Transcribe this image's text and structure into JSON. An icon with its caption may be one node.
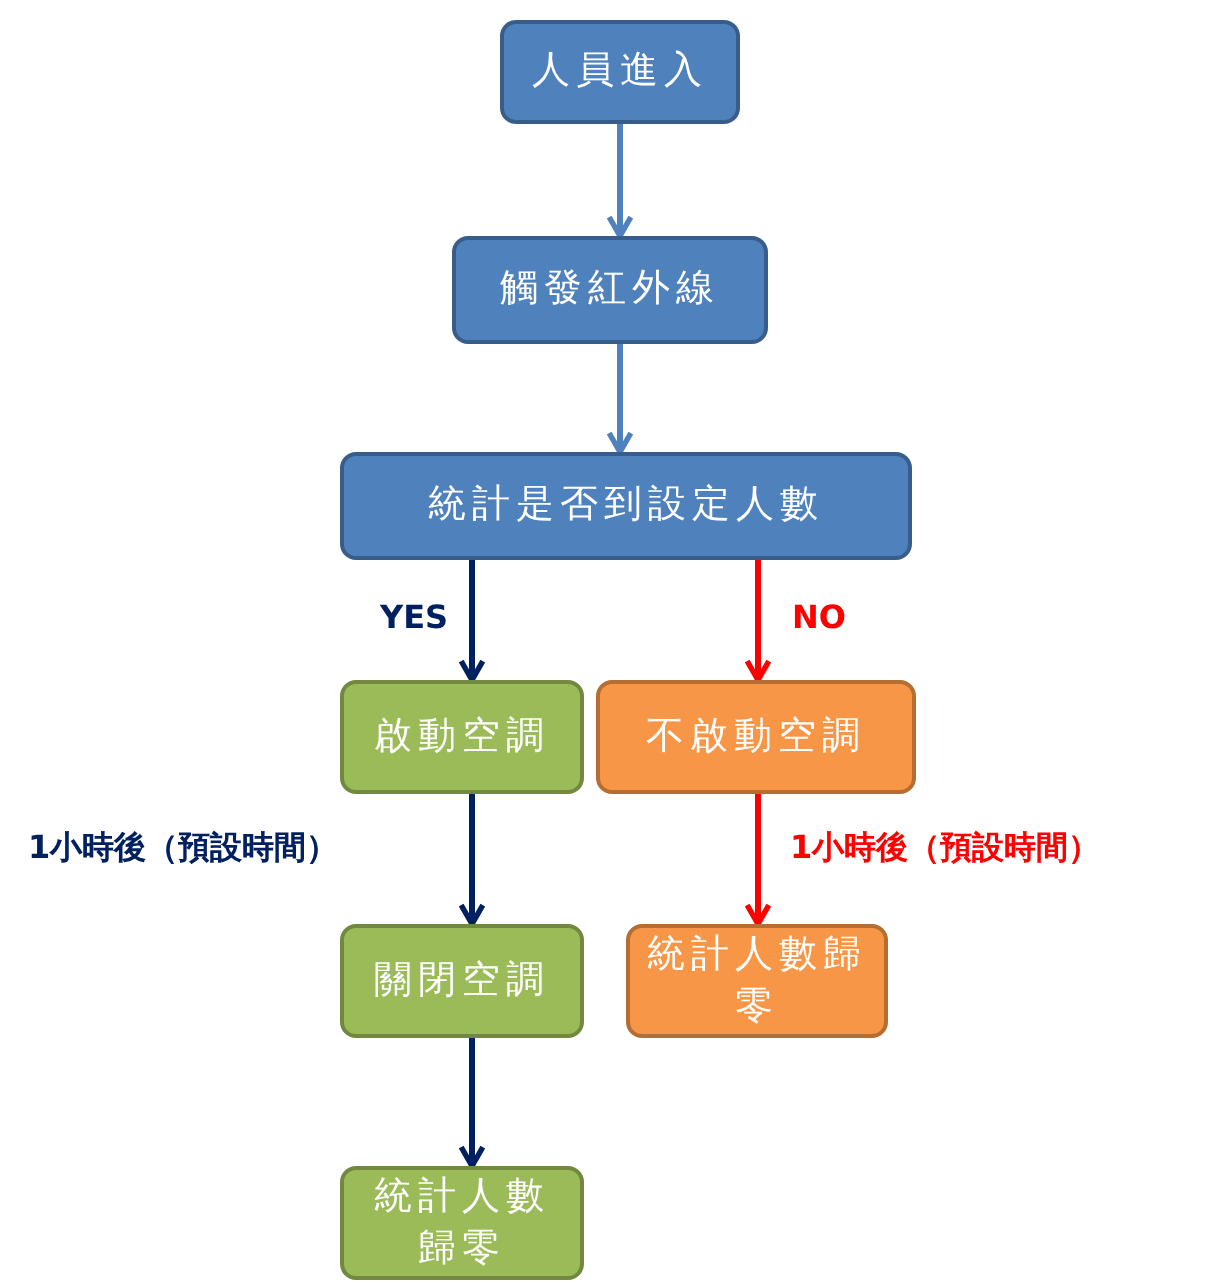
{
  "diagram": {
    "nodes": [
      {
        "text": [
          "人員進入"
        ]
      },
      {
        "text": [
          "觸發紅外線"
        ]
      },
      {
        "text": [
          "統計是否到設定人數"
        ]
      },
      {
        "text": [
          "啟動空調"
        ]
      },
      {
        "text": [
          "不啟動空調"
        ]
      },
      {
        "text": [
          "關閉空調"
        ]
      },
      {
        "text": [
          "統計人數歸零"
        ]
      },
      {
        "text": [
          "統計人數歸零"
        ]
      }
    ],
    "edges": [
      {
        "from": 0,
        "to": 1,
        "arrow": "to",
        "color": "#4f81bd"
      },
      {
        "from": 1,
        "to": 2,
        "arrow": "to",
        "color": "#4f81bd"
      },
      {
        "from": 2,
        "to": 3,
        "arrow": "to",
        "label": "YES",
        "color": "#002060"
      },
      {
        "from": 2,
        "to": 4,
        "arrow": "to",
        "label": "NO",
        "color": "#ff0000"
      },
      {
        "from": 3,
        "to": 5,
        "arrow": "to",
        "label": "1小時後（預設時間）",
        "color": "#002060"
      },
      {
        "from": 4,
        "to": 6,
        "arrow": "to",
        "label": "1小時後（預設時間）",
        "color": "#ff0000"
      },
      {
        "from": 5,
        "to": 7,
        "arrow": "to",
        "color": "#002060"
      }
    ]
  }
}
